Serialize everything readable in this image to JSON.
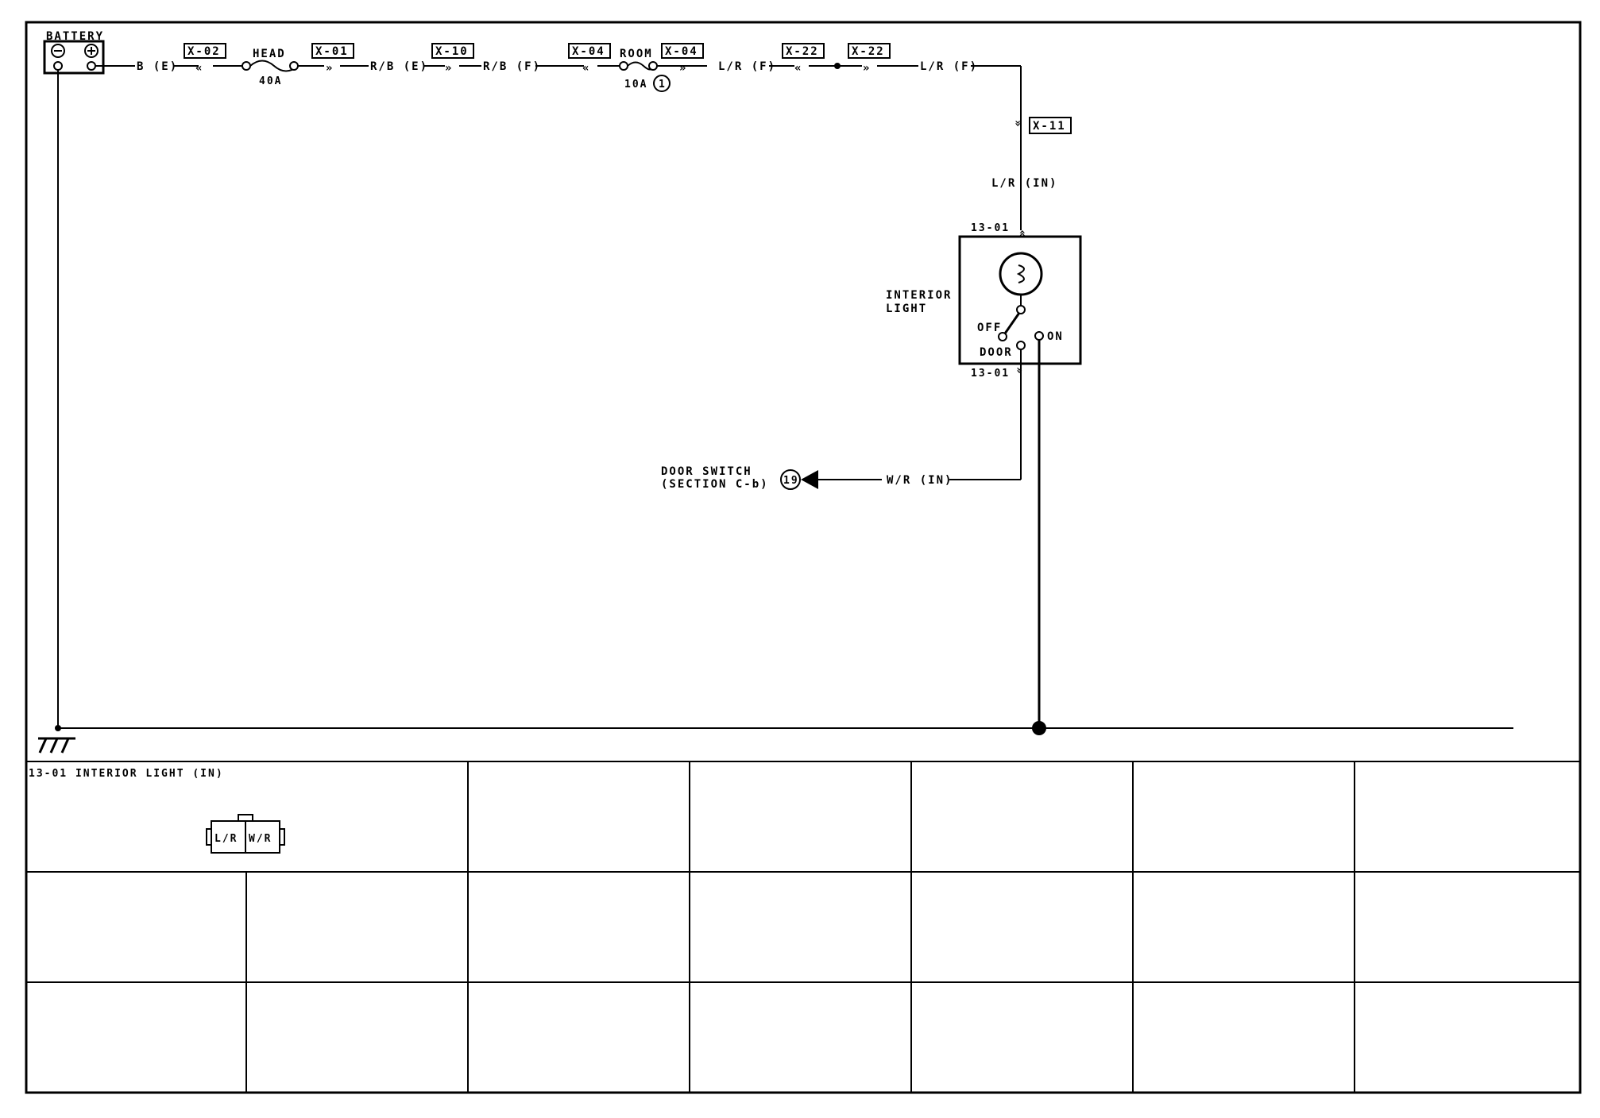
{
  "battery": {
    "label": "BATTERY",
    "neg": "⊖",
    "pos": "⊕"
  },
  "connectors": {
    "x02": "X-02",
    "x01": "X-01",
    "x10": "X-10",
    "x04a": "X-04",
    "x04b": "X-04",
    "x22a": "X-22",
    "x22b": "X-22",
    "x11": "X-11"
  },
  "fuses": {
    "head": {
      "name": "HEAD",
      "rating": "40A"
    },
    "room": {
      "name": "ROOM",
      "rating": "10A",
      "ref": "1"
    }
  },
  "wires": {
    "w1": "B (E)",
    "w2": "R/B (E)",
    "w3": "R/B (F)",
    "w4": "L/R (F)",
    "w5": "L/R (F)",
    "w6": "L/R (IN)",
    "w7": "W/R (IN)"
  },
  "interior_light": {
    "name_line1": "INTERIOR",
    "name_line2": "LIGHT",
    "connector_top": "13-01",
    "connector_bottom": "13-01",
    "switch_off": "OFF",
    "switch_on": "ON",
    "switch_door": "DOOR"
  },
  "door_switch": {
    "line1": "DOOR SWITCH",
    "line2": "(SECTION C-b)",
    "ref": "19"
  },
  "connector_table": {
    "cell_title": "13-01 INTERIOR LIGHT (IN)",
    "pins": [
      "L/R",
      "W/R"
    ]
  }
}
